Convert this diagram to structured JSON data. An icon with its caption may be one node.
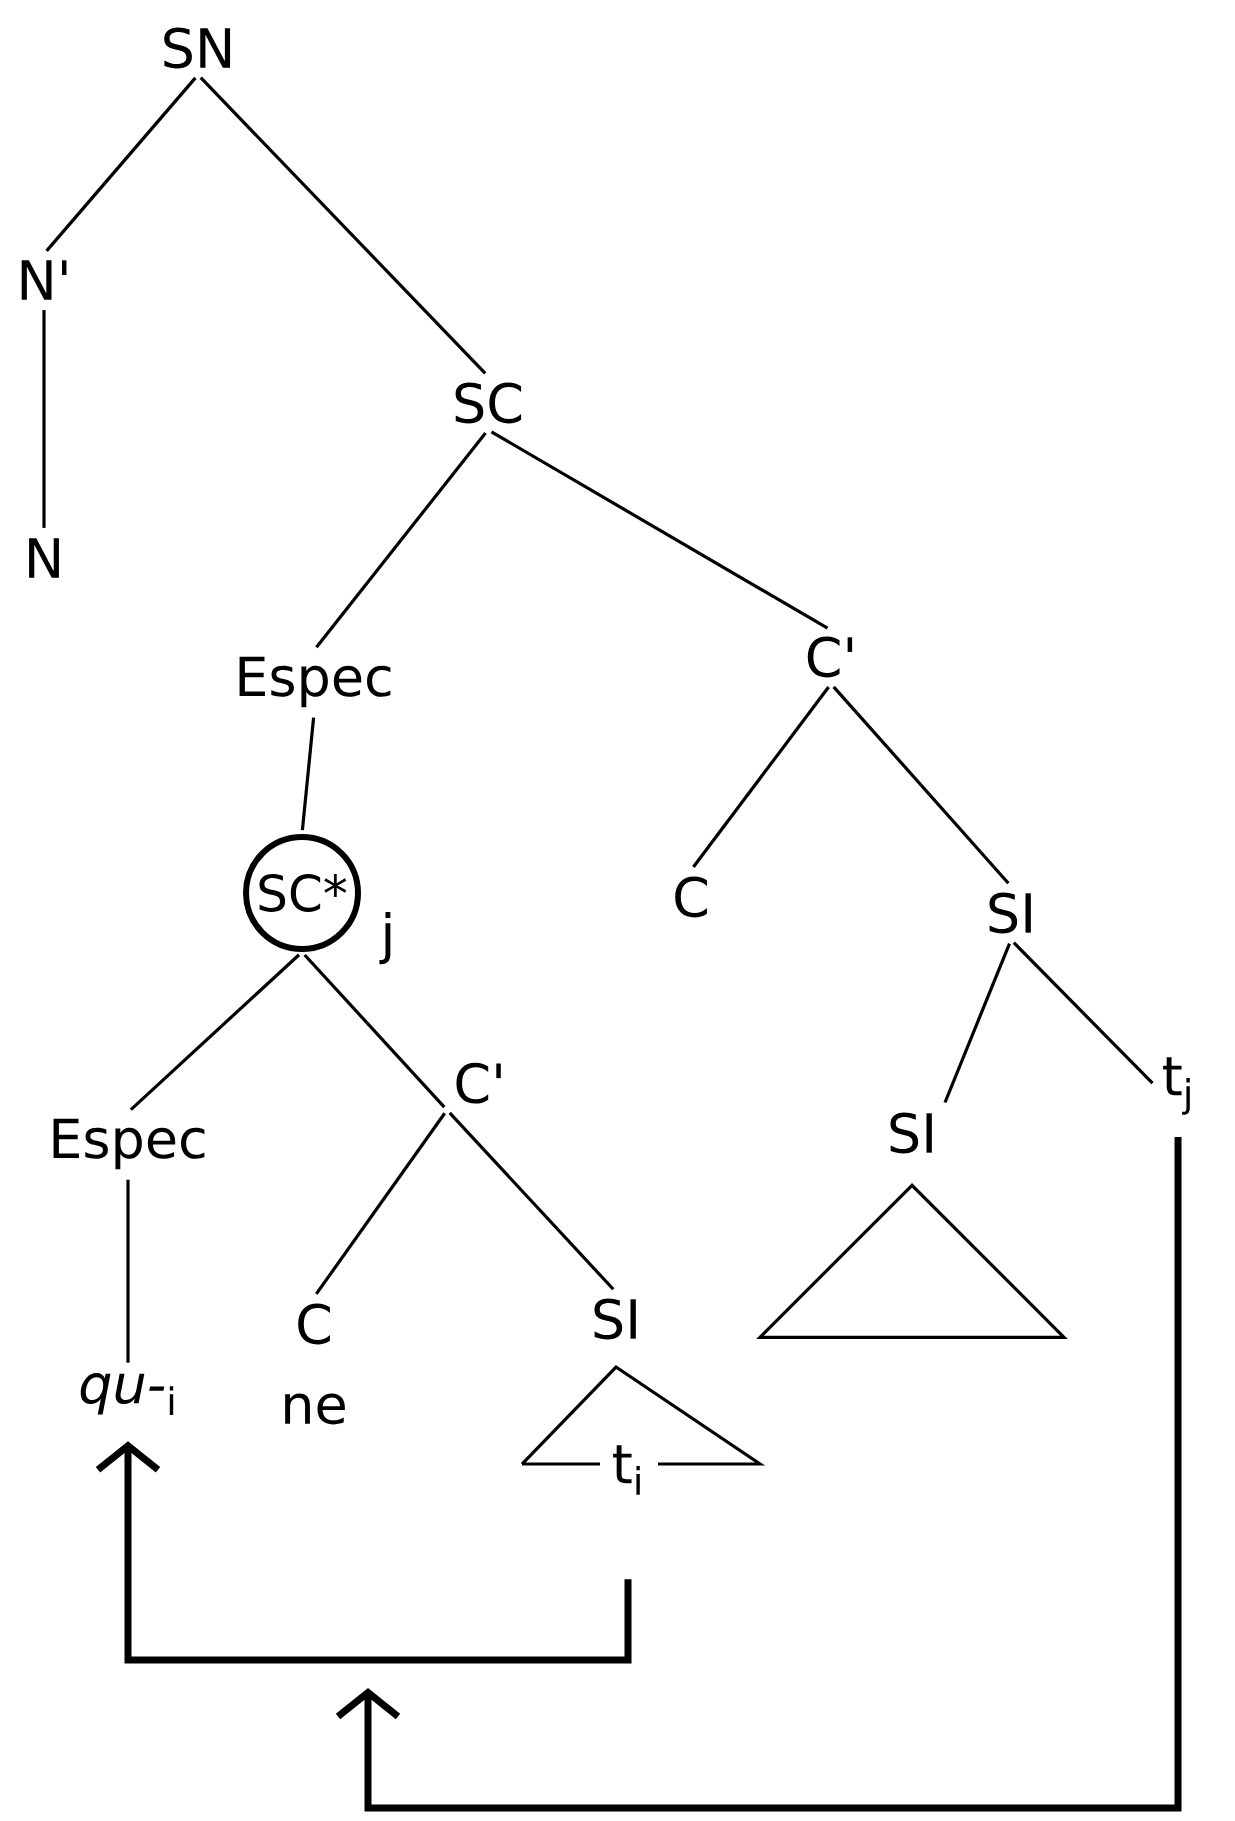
{
  "diagram": {
    "nodes": [
      {
        "text": [
          "SN"
        ]
      },
      {
        "text": [
          "N'"
        ]
      },
      {
        "text": [
          "N"
        ]
      },
      {
        "text": [
          "SC"
        ]
      },
      {
        "text": [
          "Espec"
        ]
      },
      {
        "text": [
          "C'"
        ]
      },
      {
        "text": [
          "SC*"
        ],
        "beside": [
          "j"
        ]
      },
      {
        "text": [
          "C"
        ]
      },
      {
        "text": [
          "SI"
        ]
      },
      {
        "text": [
          "C'"
        ]
      },
      {
        "text": [
          "t$_{j}$"
        ]
      },
      {
        "text": [
          "Espec"
        ]
      },
      {
        "text": [
          "SI"
        ]
      },
      {
        "text": [],
        "shape": "triangle"
      },
      {
        "text": [
          "*qu-*$_{i}$"
        ]
      },
      {
        "text": [
          "C",
          "ne"
        ]
      },
      {
        "text": [
          "SI"
        ]
      },
      {
        "text": [
          "t$_{i}$"
        ]
      }
    ],
    "edges": [
      {
        "from": 0,
        "to": 1,
        "arrow": "none"
      },
      {
        "from": 0,
        "to": 3,
        "arrow": "none"
      },
      {
        "from": 1,
        "to": 2,
        "arrow": "none"
      },
      {
        "from": 3,
        "to": 4,
        "arrow": "none"
      },
      {
        "from": 3,
        "to": 5,
        "arrow": "none"
      },
      {
        "from": 4,
        "to": 6,
        "arrow": "none"
      },
      {
        "from": 5,
        "to": 7,
        "arrow": "none"
      },
      {
        "from": 5,
        "to": 8,
        "arrow": "none"
      },
      {
        "from": 6,
        "to": 11,
        "arrow": "none"
      },
      {
        "from": 6,
        "to": 9,
        "arrow": "none"
      },
      {
        "from": 9,
        "to": 15,
        "arrow": "none"
      },
      {
        "from": 9,
        "to": 16,
        "arrow": "none"
      },
      {
        "from": 8,
        "to": 12,
        "arrow": "none"
      },
      {
        "from": 8,
        "to": 10,
        "arrow": "none"
      },
      {
        "from": 11,
        "to": 14,
        "arrow": "none"
      },
      {
        "from": 17,
        "to": 14,
        "arrow": "to",
        "style": "thick"
      },
      {
        "from": 10,
        "to": null,
        "arrow": "to",
        "style": "thick"
      }
    ]
  }
}
